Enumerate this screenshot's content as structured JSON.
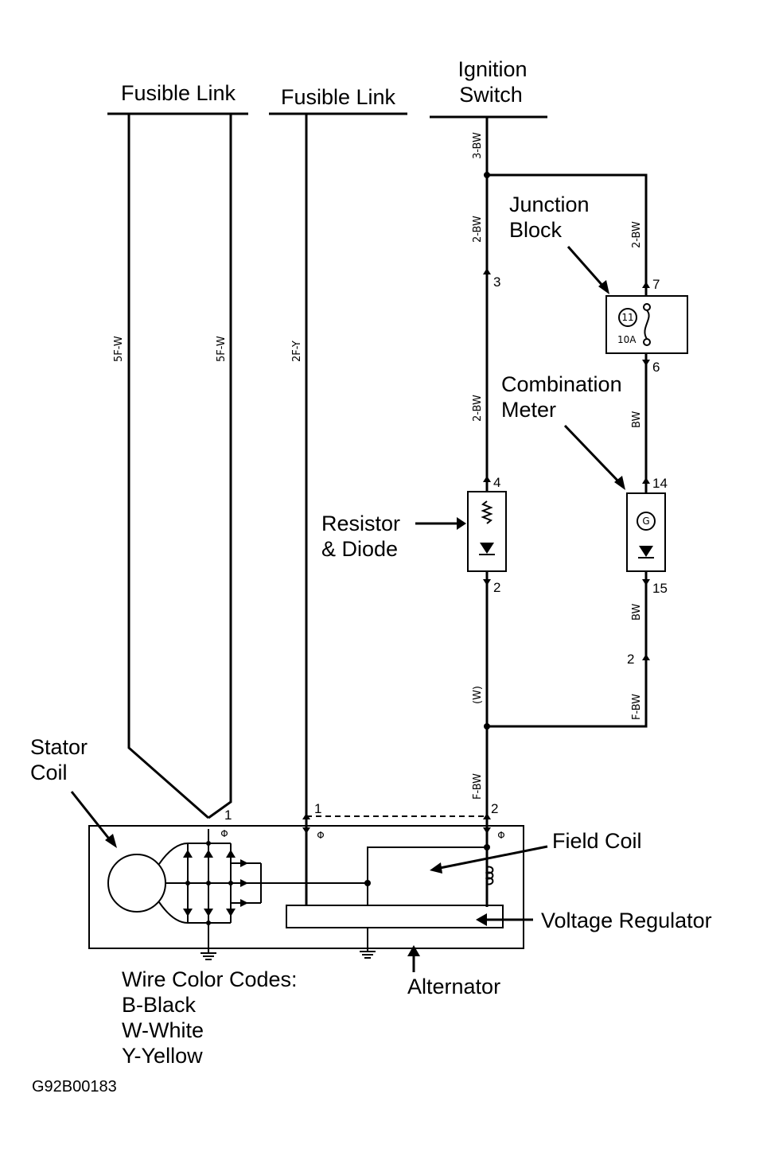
{
  "labels": {
    "fusible_link_1": "Fusible Link",
    "fusible_link_2": "Fusible Link",
    "ignition_1": "Ignition",
    "ignition_2": "Switch",
    "junction_1": "Junction",
    "junction_2": "Block",
    "combination_1": "Combination",
    "combination_2": "Meter",
    "resistor_1": "Resistor",
    "resistor_2": "& Diode",
    "stator_1": "Stator",
    "stator_2": "Coil",
    "field_coil": "Field Coil",
    "voltage_regulator": "Voltage Regulator",
    "alternator": "Alternator",
    "color_codes_title": "Wire Color Codes:",
    "color_b": "B-Black",
    "color_w": "W-White",
    "color_y": "Y-Yellow",
    "figure_id": "G92B00183"
  },
  "wires": {
    "link1_a": "5F-W",
    "link1_b": "5F-W",
    "link2": "2F-Y",
    "ign_top": "3-BW",
    "ign_mid": "2-BW",
    "ign_low": "2-BW",
    "jb_in": "2-BW",
    "jb_out": "BW",
    "meter_out": "BW",
    "meter_low": "F-BW",
    "w_label": "(W)",
    "field_in": "F-BW"
  },
  "pins": {
    "p3": "3",
    "p4": "4",
    "p2_res": "2",
    "p7": "7",
    "p6": "6",
    "p14": "14",
    "p15": "15",
    "p2_meter": "2",
    "p1_left": "1",
    "p1_mid": "1",
    "p2_alt": "2"
  },
  "codes": {
    "fuse_num": "11",
    "fuse_amp": "10A",
    "gauge": "G"
  }
}
